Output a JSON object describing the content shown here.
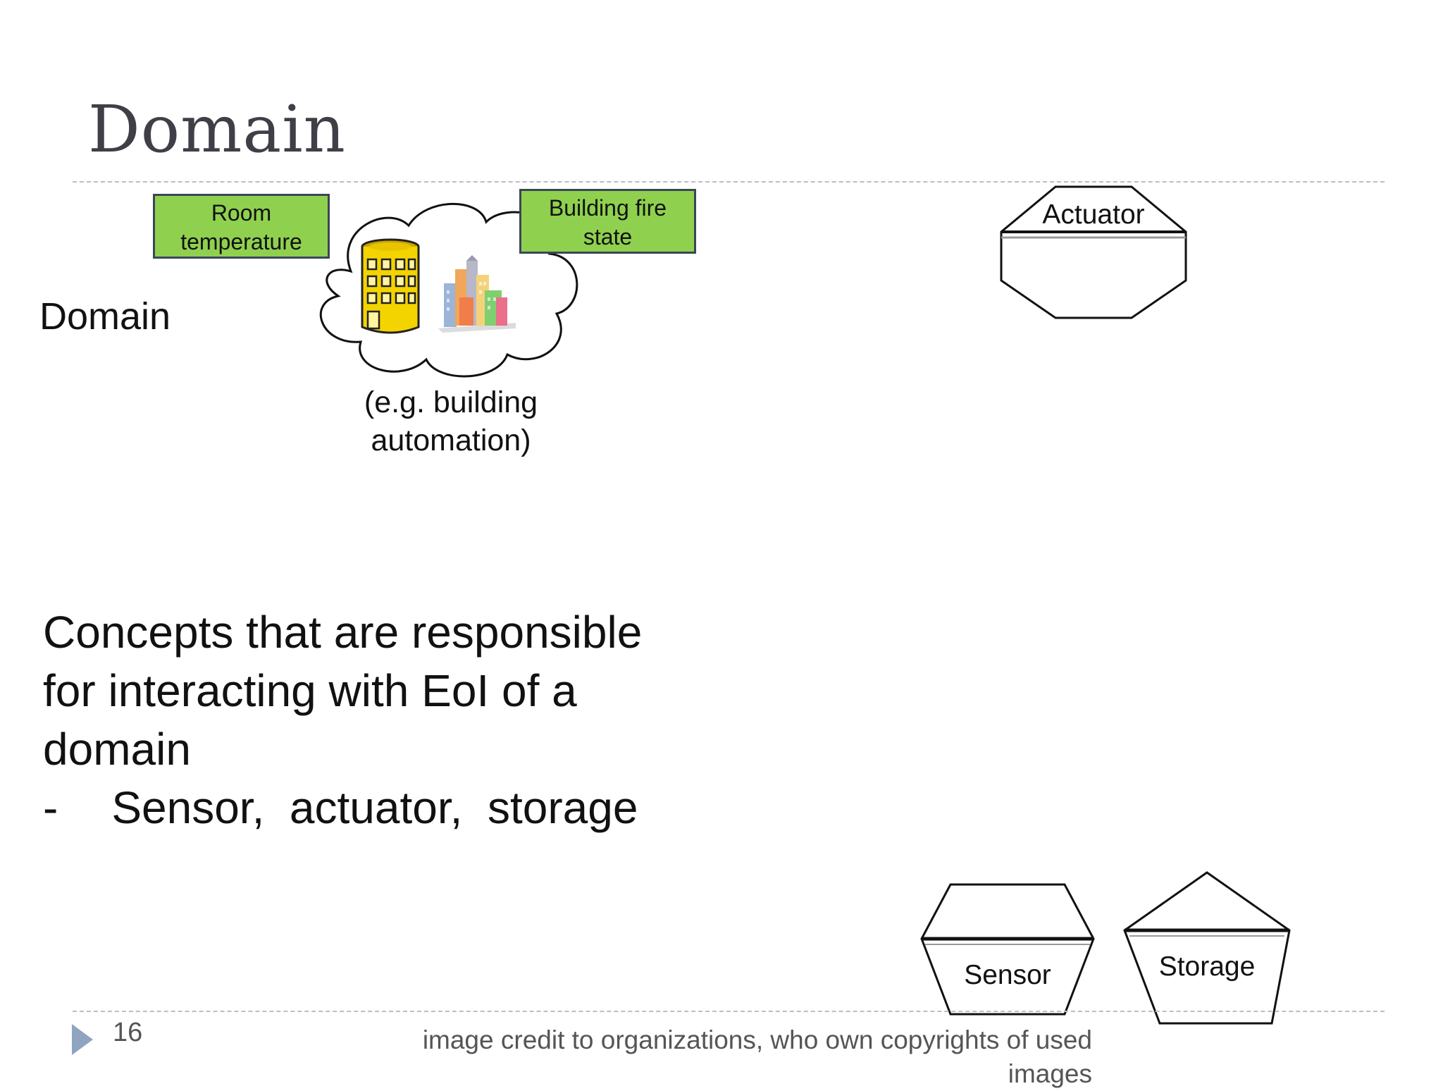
{
  "slide": {
    "title": "Domain",
    "page_number": "16",
    "accent_color": "#8fd14f",
    "border_color": "#3b4657",
    "title_color": "#3f3f48",
    "rule_color": "#b7bfca"
  },
  "diagram": {
    "domain_label": "Domain",
    "room_temperature": [
      "Room",
      "temperature"
    ],
    "building_fire_state": [
      "Building fire",
      "state"
    ],
    "example_caption": [
      "(e.g.  building",
      "automation)"
    ],
    "cloud_icon": "cloud-icon",
    "building_icon": "building-icon",
    "city_icon": "city-icon"
  },
  "body": {
    "concepts_lines": [
      "Concepts that are responsible",
      "for interacting with EoI of a",
      "domain"
    ],
    "bullet_marker": "-",
    "bullet_text": "Sensor,  actuator,  storage"
  },
  "shapes": {
    "actuator": "Actuator",
    "sensor": "Sensor",
    "storage": "Storage"
  },
  "footer": {
    "credit_lines": [
      "image credit to organizations,  who own copyrights of used",
      "images"
    ],
    "nav_icon": "triangle-right-icon"
  }
}
